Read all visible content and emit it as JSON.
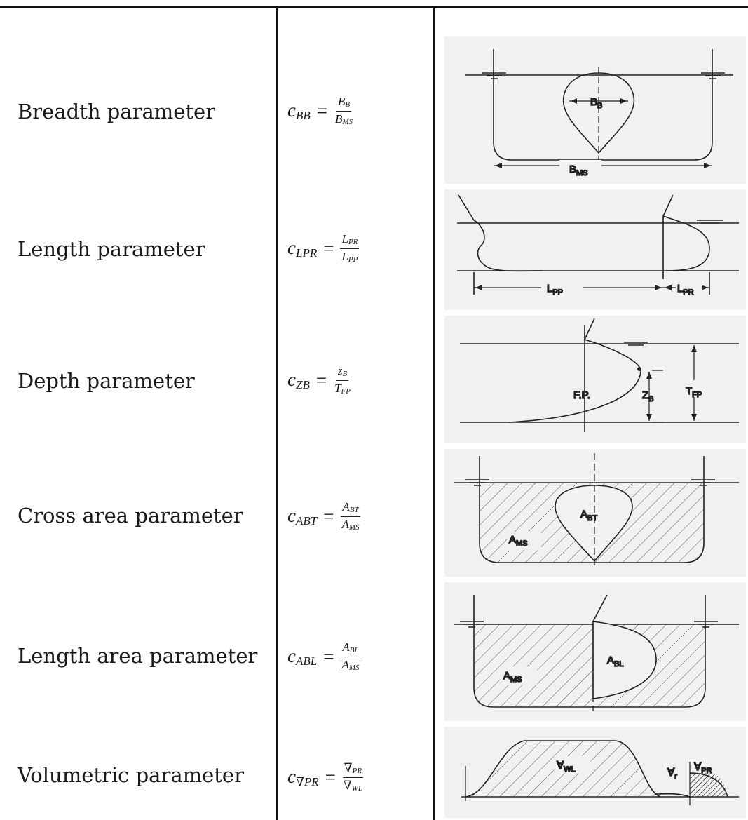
{
  "rows": [
    {
      "name": "Breadth parameter",
      "formula": {
        "lhs_base": "c",
        "lhs_sub": "BB",
        "num_base": "B",
        "num_sub": "B",
        "den_base": "B",
        "den_sub": "MS"
      },
      "diagram_labels": [
        "B",
        "B",
        "B",
        "MS"
      ]
    },
    {
      "name": "Length parameter",
      "formula": {
        "lhs_base": "c",
        "lhs_sub": "LPR",
        "num_base": "L",
        "num_sub": "PR",
        "den_base": "L",
        "den_sub": "PP"
      },
      "diagram_labels": [
        "L",
        "PP",
        "L",
        "PR"
      ]
    },
    {
      "name": "Depth parameter",
      "formula": {
        "lhs_base": "c",
        "lhs_sub": "ZB",
        "num_base": "z",
        "num_sub": "B",
        "den_base": "T",
        "den_sub": "FP"
      },
      "diagram_labels": [
        "F.P.",
        "Z",
        "B",
        "T",
        "FP"
      ]
    },
    {
      "name": "Cross area parameter",
      "formula": {
        "lhs_base": "c",
        "lhs_sub": "ABT",
        "num_base": "A",
        "num_sub": "BT",
        "den_base": "A",
        "den_sub": "MS"
      },
      "diagram_labels": [
        "A",
        "BT",
        "A",
        "MS"
      ]
    },
    {
      "name": "Length area parameter",
      "formula": {
        "lhs_base": "c",
        "lhs_sub": "ABL",
        "num_base": "A",
        "num_sub": "BL",
        "den_base": "A",
        "den_sub": "MS"
      },
      "diagram_labels": [
        "A",
        "MS",
        "A",
        "BL"
      ]
    },
    {
      "name": "Volumetric parameter",
      "formula": {
        "lhs_base": "c",
        "lhs_sub": "∇PR",
        "num_base": "∇",
        "num_sub": "PR",
        "den_base": "∇",
        "den_sub": "WL"
      },
      "diagram_labels": [
        "∀",
        "WL",
        "∀",
        "r",
        "∀",
        "PR"
      ]
    }
  ]
}
